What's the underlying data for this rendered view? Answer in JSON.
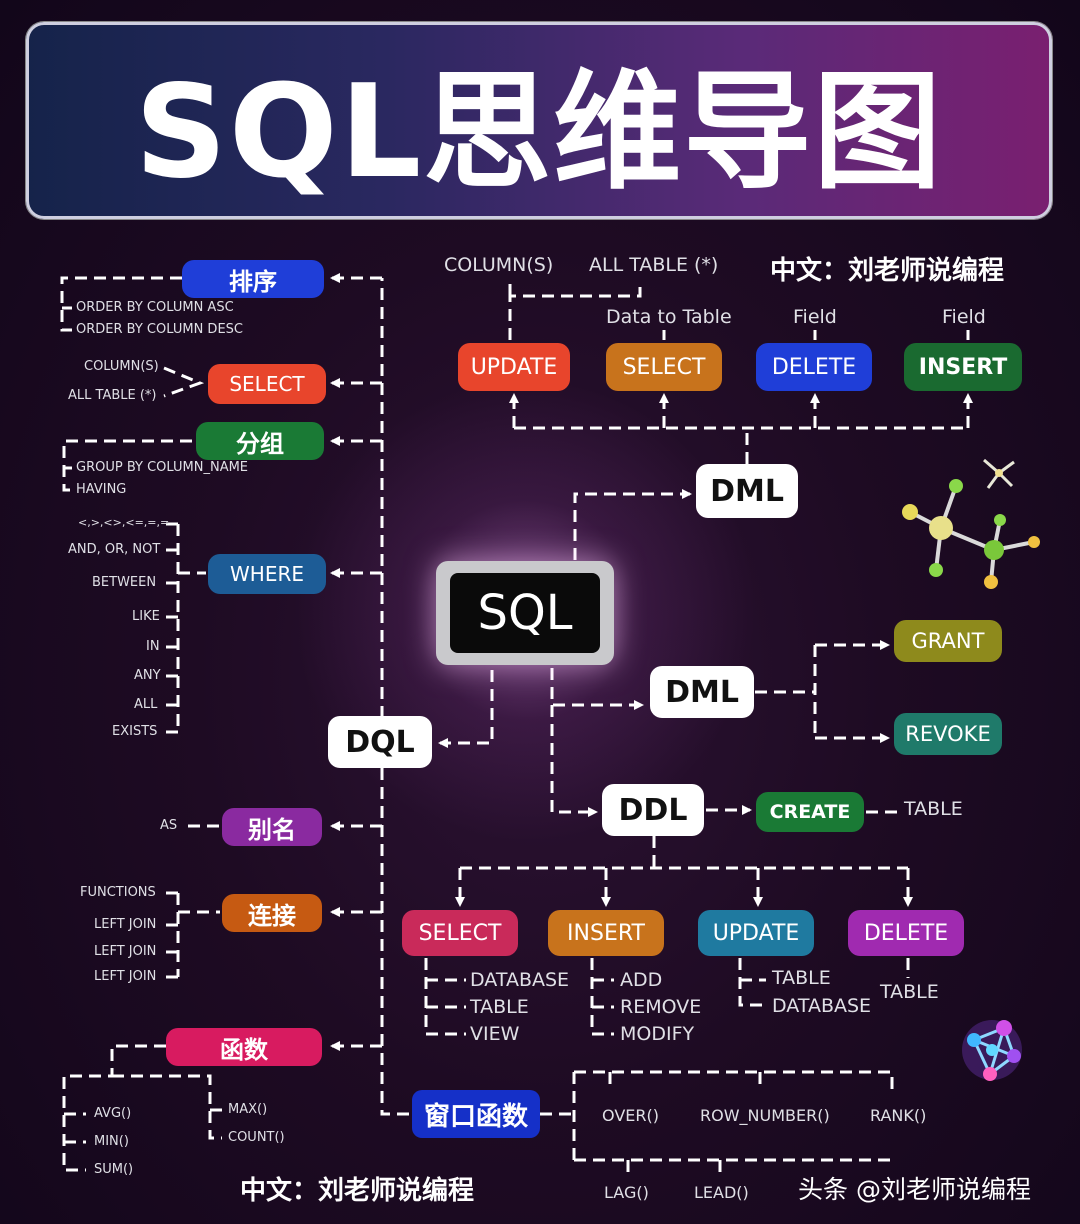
{
  "title": "SQL思维导图",
  "watermark_top": "中文：刘老师说编程",
  "watermark_bottom": "中文：刘老师说编程",
  "watermark_toutiao": "头条 @刘老师说编程",
  "center": "SQL",
  "branches": {
    "dml_top": "DML",
    "dml_mid": "DML",
    "ddl": "DDL",
    "dql": "DQL"
  },
  "dml_top": {
    "update": "UPDATE",
    "select": "SELECT",
    "delete": "DELETE",
    "insert": "INSERT",
    "update_sub": [
      "COLUMN(S)",
      "ALL TABLE (*)"
    ],
    "select_sub": "Data to Table",
    "delete_sub": "Field",
    "insert_sub": "Field"
  },
  "dml_mid": {
    "grant": "GRANT",
    "revoke": "REVOKE"
  },
  "ddl": {
    "create": "CREATE",
    "create_sub": "TABLE",
    "select": "SELECT",
    "insert": "INSERT",
    "update": "UPDATE",
    "delete": "DELETE",
    "select_sub": [
      "DATABASE",
      "TABLE",
      "VIEW"
    ],
    "insert_sub": [
      "ADD",
      "REMOVE",
      "MODIFY"
    ],
    "update_sub": [
      "TABLE",
      "DATABASE"
    ],
    "delete_sub": "TABLE"
  },
  "dql": {
    "sort": "排序",
    "sort_sub": [
      "ORDER BY COLUMN ASC",
      "ORDER BY COLUMN DESC"
    ],
    "select": "SELECT",
    "select_sub": [
      "COLUMN(S)",
      "ALL TABLE (*)"
    ],
    "group": "分组",
    "group_sub": [
      "GROUP BY COLUMN_NAME",
      "HAVING"
    ],
    "where": "WHERE",
    "where_sub": [
      "<,>,<>,<=,=,=",
      "AND, OR, NOT",
      "BETWEEN",
      "LIKE",
      "IN",
      "ANY",
      "ALL",
      "EXISTS"
    ],
    "alias": "别名",
    "alias_sub": "AS",
    "join": "连接",
    "join_sub": [
      "FUNCTIONS",
      "LEFT JOIN",
      "LEFT JOIN",
      "LEFT JOIN"
    ],
    "func": "函数",
    "func_left": [
      "AVG()",
      "MIN()",
      "SUM()"
    ],
    "func_right": [
      "MAX()",
      "COUNT()"
    ],
    "window": "窗口函数",
    "window_top": [
      "OVER()",
      "ROW_NUMBER()",
      "RANK()"
    ],
    "window_bottom": [
      "LAG()",
      "LEAD()"
    ]
  },
  "colors": {
    "red": "#e8452c",
    "orange": "#c8731c",
    "blue": "#1f3ed8",
    "green": "#1a7a35",
    "olive": "#8e8a1c",
    "teal": "#1f7a6a",
    "pink": "#c92a5a",
    "purple": "#8a2aa0",
    "darkorange": "#c65a12",
    "cyan": "#1d5c96"
  },
  "icons": [
    "molecule-icon",
    "small-molecule-icon",
    "network-sphere-icon"
  ]
}
